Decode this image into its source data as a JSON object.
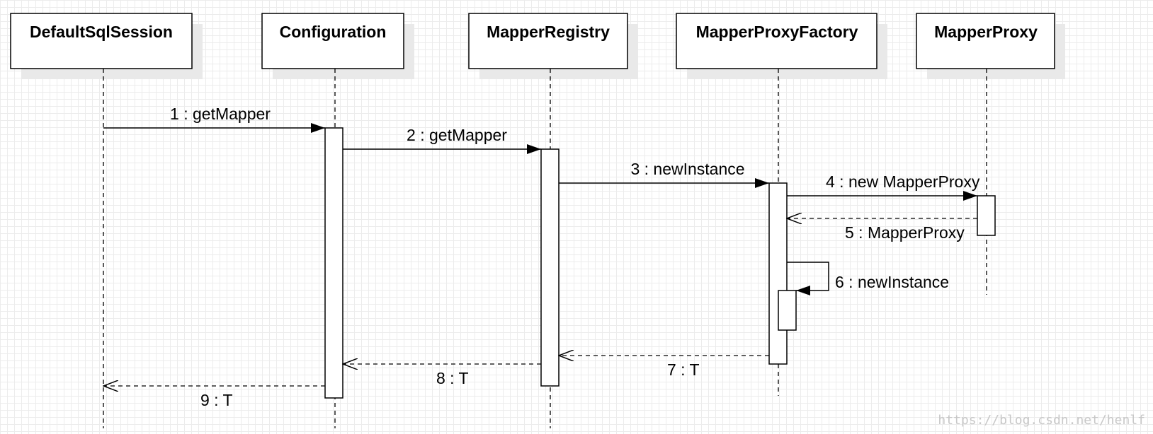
{
  "participants": {
    "p1": "DefaultSqlSession",
    "p2": "Configuration",
    "p3": "MapperRegistry",
    "p4": "MapperProxyFactory",
    "p5": "MapperProxy"
  },
  "messages": {
    "m1": "1 : getMapper",
    "m2": "2 : getMapper",
    "m3": "3 : newInstance",
    "m4": "4 : new MapperProxy",
    "m5": "5 : MapperProxy",
    "m6": "6 : newInstance",
    "m7": "7 : T",
    "m8": "8 : T",
    "m9": "9 : T"
  },
  "watermark": "https://blog.csdn.net/henlf"
}
